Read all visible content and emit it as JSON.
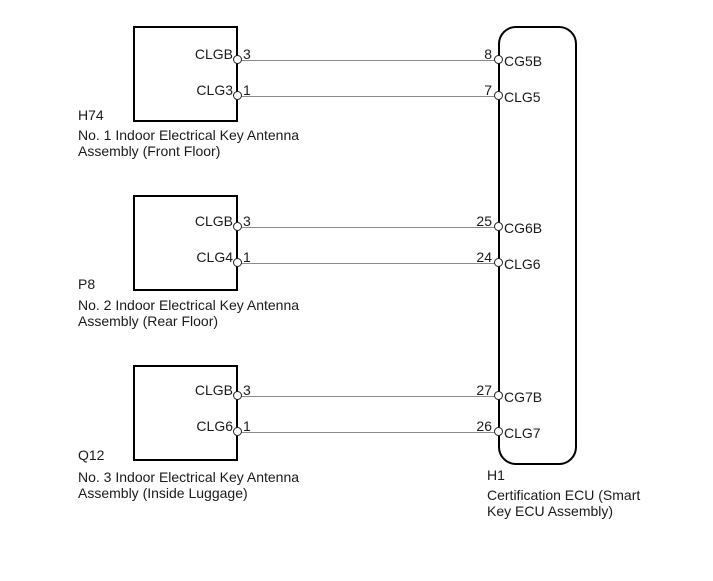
{
  "diagram": {
    "background_color": "#ffffff",
    "box_line_color": "#000000",
    "wire_color": "#8c8c8c",
    "text_color": "#1a1a1a",
    "components": [
      {
        "code": "H74",
        "name_line1": "No. 1 Indoor Electrical Key Antenna",
        "name_line2": "Assembly (Front Floor)",
        "pins": [
          {
            "terminal": "CLGB",
            "number": "3"
          },
          {
            "terminal": "CLG3",
            "number": "1"
          }
        ]
      },
      {
        "code": "P8",
        "name_line1": "No. 2 Indoor Electrical Key Antenna",
        "name_line2": "Assembly (Rear Floor)",
        "pins": [
          {
            "terminal": "CLGB",
            "number": "3"
          },
          {
            "terminal": "CLG4",
            "number": "1"
          }
        ]
      },
      {
        "code": "Q12",
        "name_line1": "No. 3 Indoor Electrical Key Antenna",
        "name_line2": "Assembly (Inside Luggage)",
        "pins": [
          {
            "terminal": "CLGB",
            "number": "3"
          },
          {
            "terminal": "CLG6",
            "number": "1"
          }
        ]
      }
    ],
    "ecu": {
      "code": "H1",
      "name_line1": "Certification ECU (Smart",
      "name_line2": "Key ECU Assembly)",
      "pins": [
        {
          "number": "8",
          "terminal": "CG5B"
        },
        {
          "number": "7",
          "terminal": "CLG5"
        },
        {
          "number": "25",
          "terminal": "CG6B"
        },
        {
          "number": "24",
          "terminal": "CLG6"
        },
        {
          "number": "27",
          "terminal": "CG7B"
        },
        {
          "number": "26",
          "terminal": "CLG7"
        }
      ]
    },
    "connections": [
      {
        "from": "H74 pin 3 (CLGB)",
        "to": "H1 pin 8 (CG5B)"
      },
      {
        "from": "H74 pin 1 (CLG3)",
        "to": "H1 pin 7 (CLG5)"
      },
      {
        "from": "P8 pin 3 (CLGB)",
        "to": "H1 pin 25 (CG6B)"
      },
      {
        "from": "P8 pin 1 (CLG4)",
        "to": "H1 pin 24 (CLG6)"
      },
      {
        "from": "Q12 pin 3 (CLGB)",
        "to": "H1 pin 27 (CG7B)"
      },
      {
        "from": "Q12 pin 1 (CLG6)",
        "to": "H1 pin 26 (CLG7)"
      }
    ]
  }
}
